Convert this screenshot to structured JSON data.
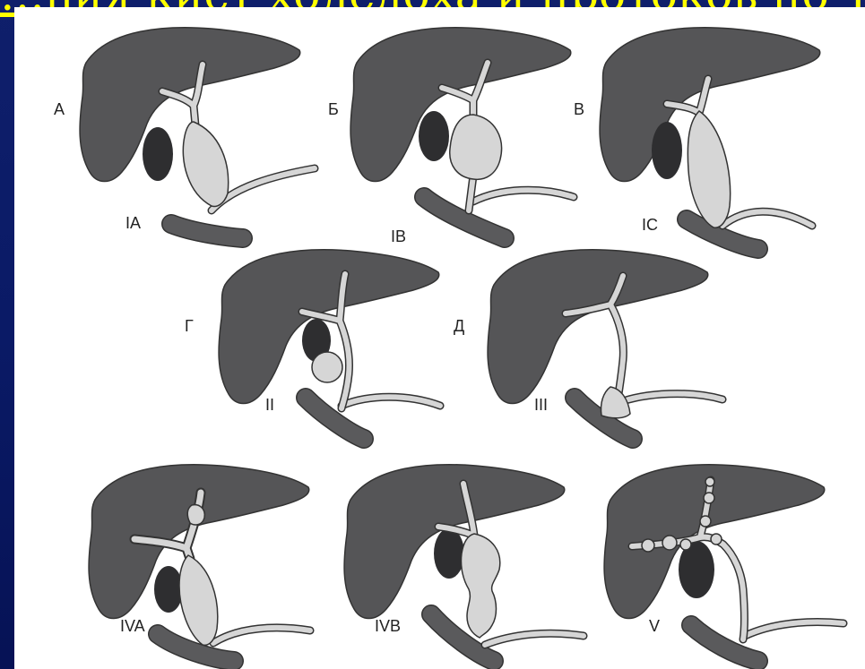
{
  "header": {
    "title": "…ция кист холедоха и протоков по Todani"
  },
  "diagrams": [
    {
      "letter": "А",
      "type": "IA"
    },
    {
      "letter": "Б",
      "type": "IB"
    },
    {
      "letter": "В",
      "type": "IC"
    },
    {
      "letter": "Г",
      "type": "II"
    },
    {
      "letter": "Д",
      "type": "III"
    },
    {
      "letter": "",
      "type": "IVA"
    },
    {
      "letter": "",
      "type": "IVB"
    },
    {
      "letter": "",
      "type": "V"
    }
  ],
  "colors": {
    "background": "#0a1a66",
    "title": "#ffff00",
    "liver": "#555557",
    "gallbladder": "#2e2e30",
    "cyst": "#d6d6d6",
    "panel": "#ffffff"
  }
}
